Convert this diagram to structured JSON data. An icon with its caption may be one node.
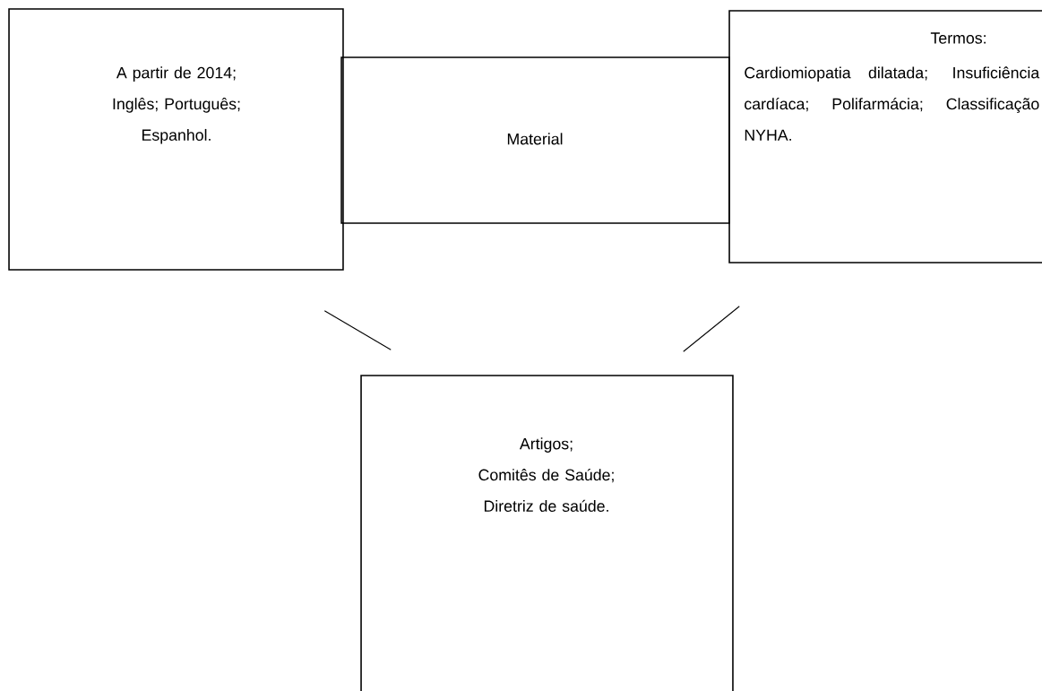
{
  "diagram": {
    "nodes": [
      {
        "text": [
          "A partir de 2014;",
          "Inglês; Português;",
          "Espanhol."
        ]
      },
      {
        "text": [
          "Material"
        ]
      },
      {
        "text": [
          "Termos:",
          "Cardiomiopatia dilatada; Insuficiência cardíaca; Polifarmácia; Classificação NYHA."
        ]
      },
      {
        "text": [
          "Artigos;",
          "Comitês de Saúde;",
          "Diretriz de saúde."
        ]
      }
    ],
    "edges": [
      {
        "from": 0,
        "to": 3,
        "arrow": "none"
      },
      {
        "from": 2,
        "to": 3,
        "arrow": "none"
      }
    ]
  }
}
